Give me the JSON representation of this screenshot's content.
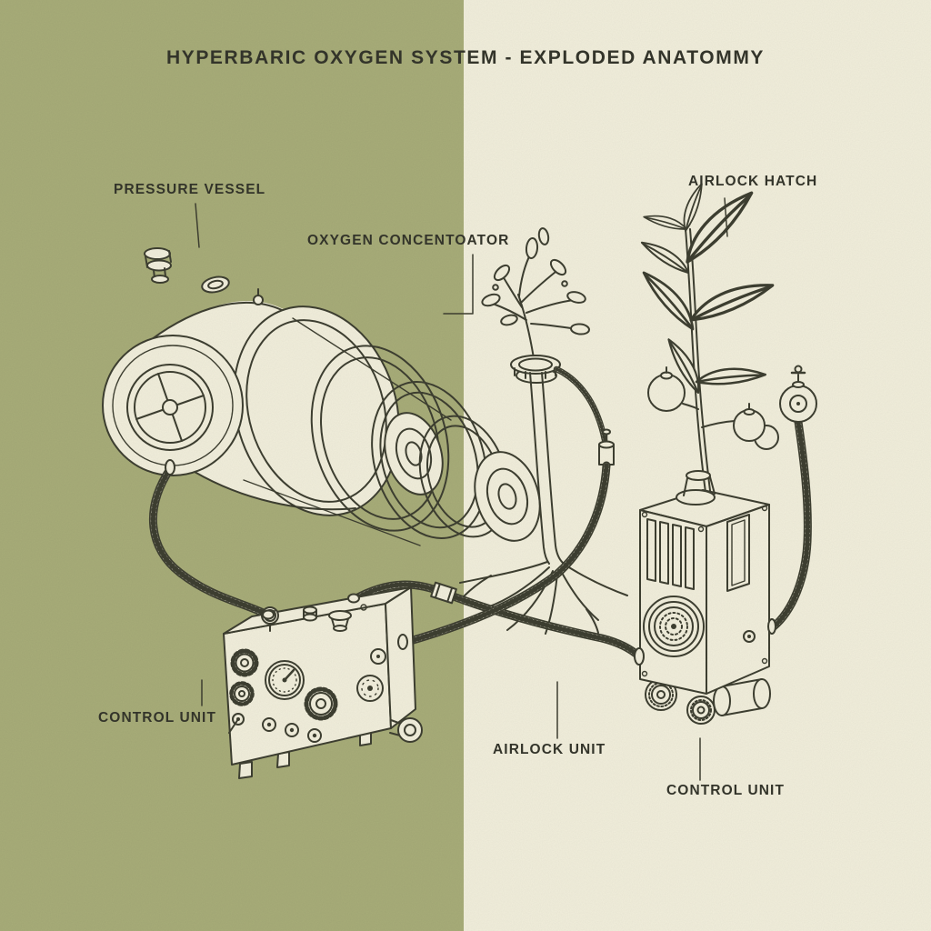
{
  "title": "HYPERBARIC OXYGEN SYSTEM - EXPLODED ANATOMMY",
  "labels": {
    "pressure_vessel": "PRESSURE VESSEL",
    "oxygen_concentrator": "OXYGEN CONCENTOATOR",
    "airlock_hatch": "AIRLOCK HATCH",
    "control_unit_left": "CONTROL UNIT",
    "airlock_unit": "AIRLOCK UNIT",
    "control_unit_right": "CONTROL UNIT"
  },
  "colors": {
    "background_left": "#a8ad79",
    "background_right": "#f2efdc",
    "line": "#3e3f31",
    "text": "#33342a"
  }
}
